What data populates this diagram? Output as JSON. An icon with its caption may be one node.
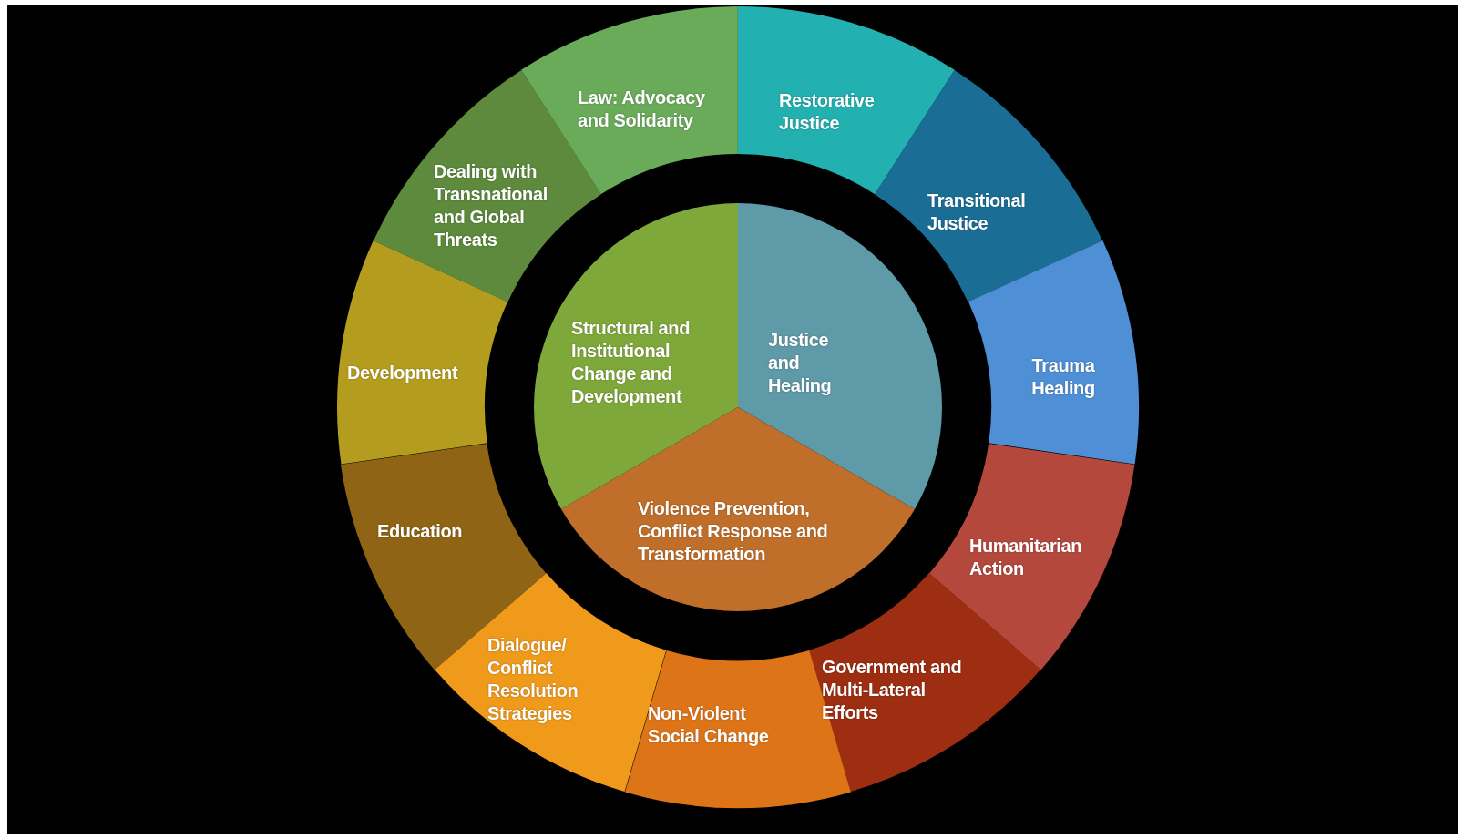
{
  "diagram": {
    "nodes": [
      {
        "text": [
          "Law: Advocacy and Solidarity"
        ]
      },
      {
        "text": [
          "Restorative Justice"
        ]
      },
      {
        "text": [
          "Transitional Justice"
        ]
      },
      {
        "text": [
          "Trauma Healing"
        ]
      },
      {
        "text": [
          "Humanitarian Action"
        ]
      },
      {
        "text": [
          "Government and Multi-Lateral Efforts"
        ]
      },
      {
        "text": [
          "Non-Violent Social Change"
        ]
      },
      {
        "text": [
          "Dialogue/ Conflict Resolution Strategies"
        ]
      },
      {
        "text": [
          "Education"
        ]
      },
      {
        "text": [
          "Development"
        ]
      },
      {
        "text": [
          "Dealing with Transnational and Global Threats"
        ]
      },
      {
        "text": [
          "Justice and Healing"
        ]
      },
      {
        "text": [
          "Violence Prevention, Conflict Response and Transformation"
        ]
      },
      {
        "text": [
          "Structural and Institutional Change and Development"
        ]
      }
    ]
  }
}
